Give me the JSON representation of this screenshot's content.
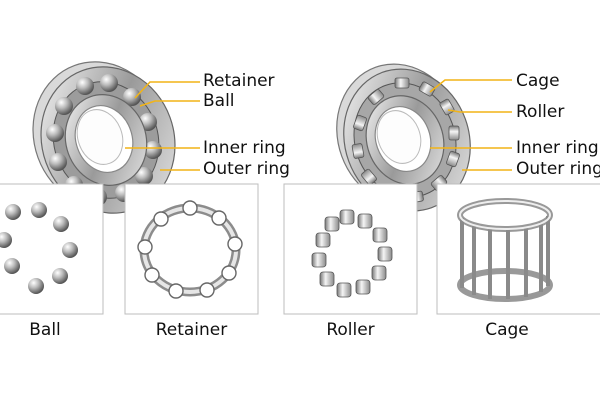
{
  "ball_bearing": {
    "labels": {
      "retainer": "Retainer",
      "ball": "Ball",
      "inner_ring": "Inner ring",
      "outer_ring": "Outer ring"
    },
    "captions": {
      "ball": "Ball",
      "retainer": "Retainer"
    }
  },
  "roller_bearing": {
    "labels": {
      "cage": "Cage",
      "roller": "Roller",
      "inner_ring": "Inner ring",
      "outer_ring": "Outer ring"
    },
    "captions": {
      "roller": "Roller",
      "cage": "Cage"
    }
  },
  "colors": {
    "leader_line": "#f2b417",
    "panel_border": "#bdbdbd",
    "steel_light": "#f4f4f4",
    "steel_mid": "#b8b8b8",
    "steel_dark": "#6e6e6e"
  }
}
